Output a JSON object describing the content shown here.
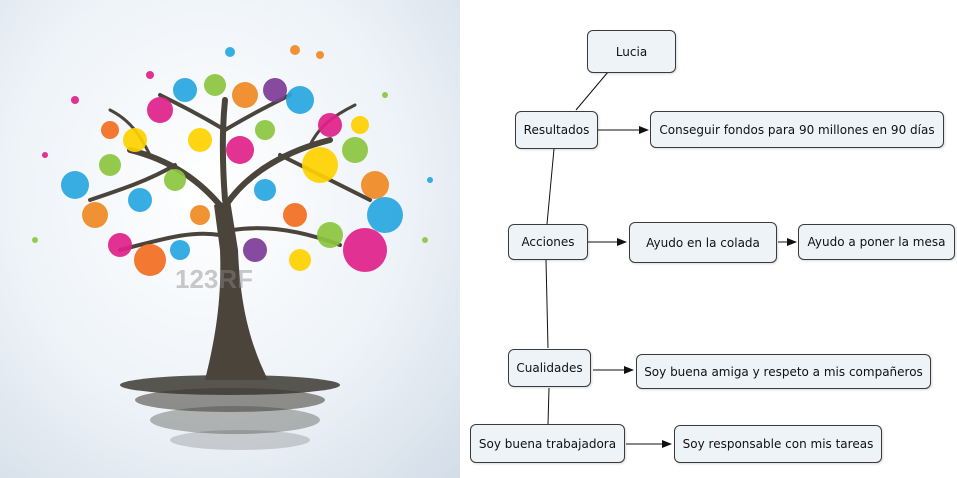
{
  "image": {
    "subject": "tree-with-colorful-bubbles",
    "watermark": "123RF"
  },
  "concept_map": {
    "nodes": [
      {
        "id": "lucia",
        "label": "Lucia"
      },
      {
        "id": "resultados",
        "label": "Resultados"
      },
      {
        "id": "fondos",
        "label": "Conseguir fondos para 90 millones en 90 días"
      },
      {
        "id": "acciones",
        "label": "Acciones"
      },
      {
        "id": "colada",
        "label": "Ayudo en la colada"
      },
      {
        "id": "mesa",
        "label": "Ayudo a poner la mesa"
      },
      {
        "id": "cualidades",
        "label": "Cualidades"
      },
      {
        "id": "amiga",
        "label": "Soy buena amiga y respeto a mis compañeros"
      },
      {
        "id": "trabajadora",
        "label": "Soy buena trabajadora"
      },
      {
        "id": "responsable",
        "label": "Soy responsable con mis tareas"
      }
    ],
    "edges": [
      {
        "from": "lucia",
        "to": "resultados",
        "arrow": false
      },
      {
        "from": "resultados",
        "to": "fondos",
        "arrow": true
      },
      {
        "from": "resultados",
        "to": "acciones",
        "arrow": false
      },
      {
        "from": "acciones",
        "to": "colada",
        "arrow": true
      },
      {
        "from": "colada",
        "to": "mesa",
        "arrow": true
      },
      {
        "from": "acciones",
        "to": "cualidades",
        "arrow": false
      },
      {
        "from": "cualidades",
        "to": "amiga",
        "arrow": true
      },
      {
        "from": "cualidades",
        "to": "trabajadora",
        "arrow": false
      },
      {
        "from": "trabajadora",
        "to": "responsable",
        "arrow": true
      }
    ]
  },
  "colors": {
    "node_fill": "#eef3f8",
    "node_border": "#3a3a3a",
    "link": "#111111",
    "trunk": "#4a443b"
  }
}
